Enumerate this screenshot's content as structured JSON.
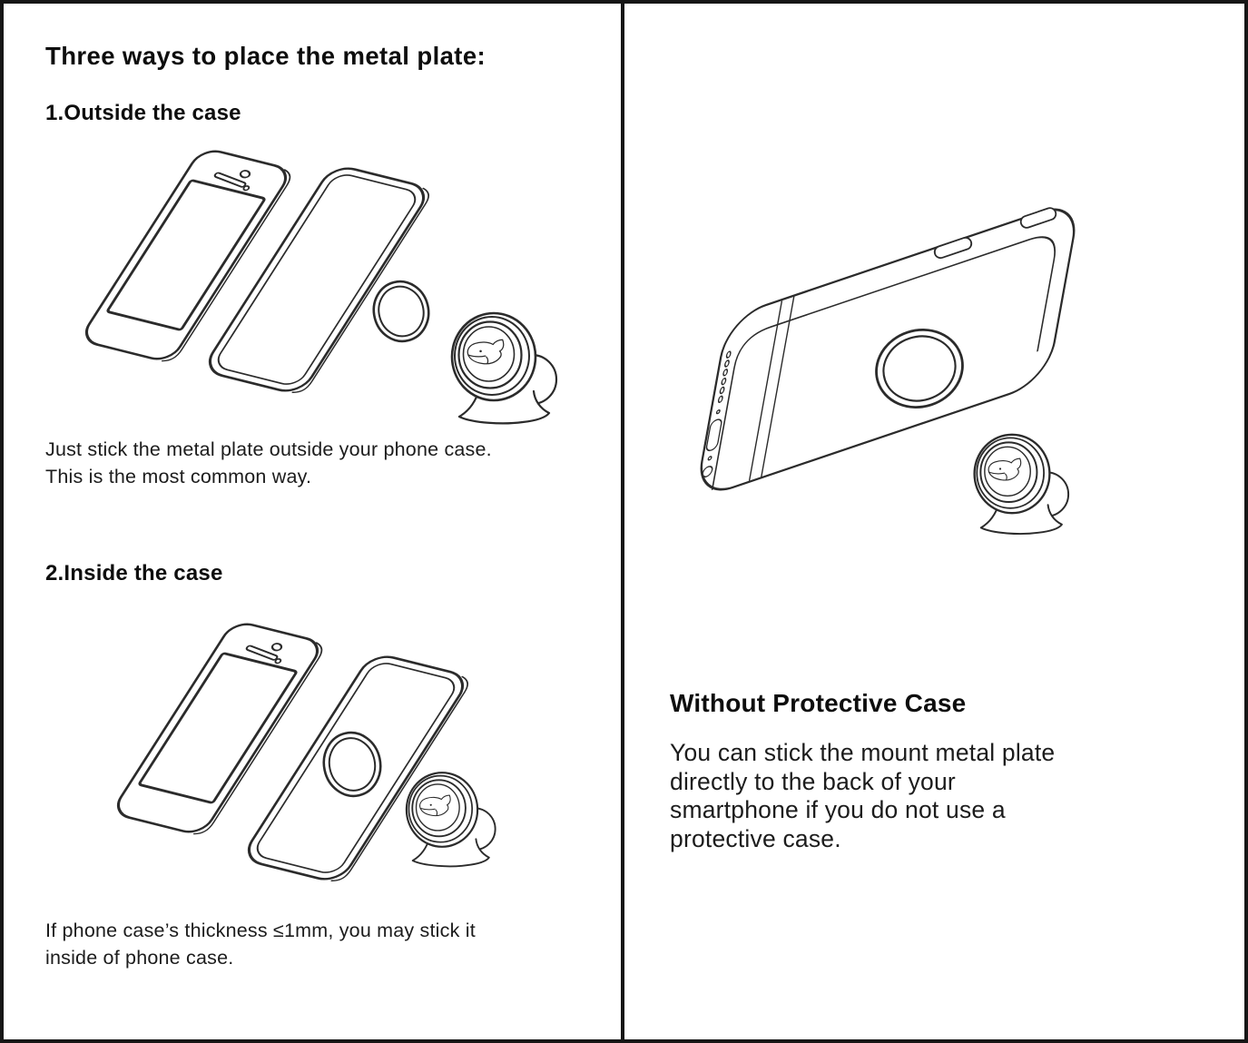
{
  "document": {
    "left_page": {
      "title": "Three ways to place the metal plate:",
      "sections": [
        {
          "heading": "1.Outside the case",
          "body": "Just stick the metal plate outside your phone case.\nThis is the most common way."
        },
        {
          "heading": "2.Inside the case",
          "body": "If phone case’s thickness ≤1mm, you may stick it\ninside of phone case."
        }
      ]
    },
    "right_page": {
      "heading": "Without Protective Case",
      "body": "You can stick the mount metal plate\ndirectly to the back of your\nsmartphone if you do not use a\nprotective case."
    },
    "illustrations": {
      "outside_case_parts": [
        "smartphone",
        "phone-case",
        "metal-plate-ring",
        "magnetic-mount-with-whale-logo"
      ],
      "inside_case_parts": [
        "smartphone",
        "phone-case-with-metal-plate",
        "magnetic-mount-with-whale-logo"
      ],
      "without_case_parts": [
        "smartphone-back-with-metal-plate",
        "magnetic-mount-with-whale-logo"
      ]
    },
    "colors": {
      "line_art": "#2b2b2b",
      "text": "#1c1c1c",
      "border": "#161616",
      "background": "#ffffff"
    }
  }
}
